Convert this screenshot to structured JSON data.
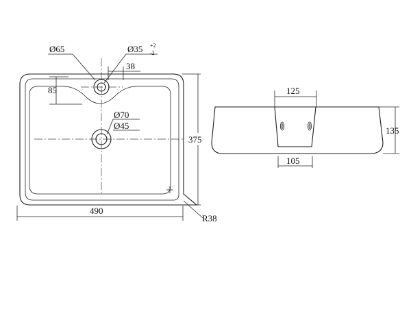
{
  "top_view": {
    "label_d65": "Ø65",
    "label_d35": "Ø35",
    "tol_plus": "+2",
    "tol_minus": "-2",
    "label_38": "38",
    "label_85": "85",
    "label_d70": "Ø70",
    "label_d45": "Ø45",
    "label_375": "375",
    "label_490": "490",
    "label_r38": "R38"
  },
  "side_view": {
    "label_125": "125",
    "label_135": "135",
    "label_105": "105"
  }
}
